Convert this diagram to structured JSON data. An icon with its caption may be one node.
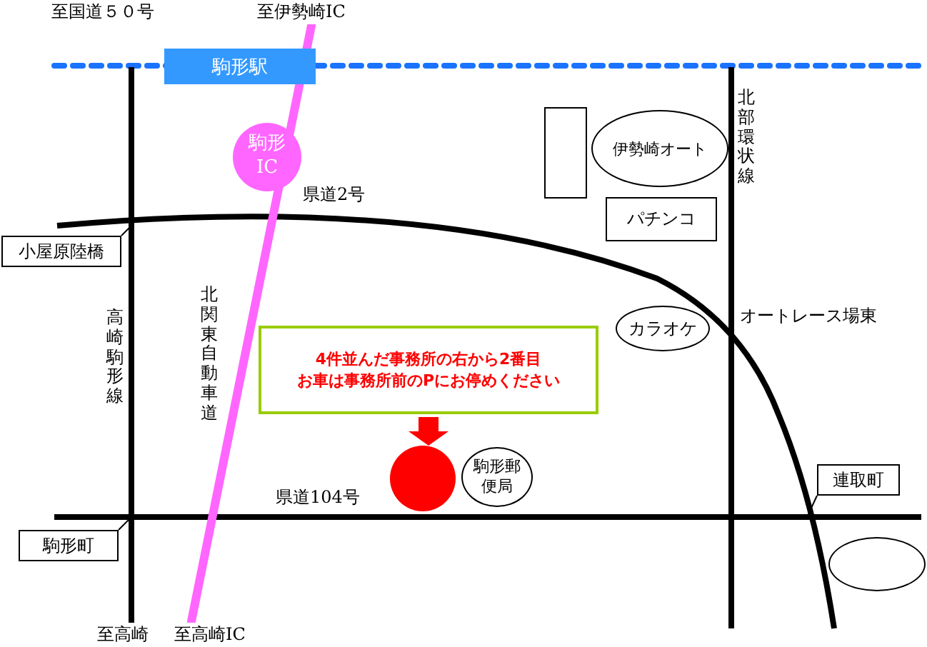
{
  "diagram": {
    "nodes": [
      {
        "text": [
          "駒形駅"
        ]
      },
      {
        "text": [
          "駒形IC"
        ]
      },
      {
        "text": [],
        "shape": "box"
      },
      {
        "text": [
          "伊勢崎オート"
        ]
      },
      {
        "text": [
          "パチンコ"
        ]
      },
      {
        "text": [
          "小屋原陸橋"
        ]
      },
      {
        "text": [
          "カラオケ"
        ]
      },
      {
        "text": [
          "4件並んだ事務所の右から2番目",
          "お車は事務所前のPにお停めください"
        ]
      },
      {
        "text": [],
        "shape": "circle"
      },
      {
        "text": [
          "駒形郵便局"
        ]
      },
      {
        "text": [
          "連取町"
        ]
      },
      {
        "text": [
          "駒形町"
        ]
      },
      {
        "text": [],
        "shape": "circle"
      }
    ],
    "edges": [
      {
        "from": 7,
        "to": 8,
        "arrow": "to",
        "style": "thick",
        "color": "#ff0000"
      },
      {
        "from": 5,
        "to": null,
        "arrow": "none"
      },
      {
        "from": 11,
        "to": null,
        "arrow": "none"
      },
      {
        "from": 10,
        "to": null,
        "arrow": "none"
      }
    ],
    "labels": [
      "至国道５０号",
      "至伊勢崎IC",
      "北部環状線",
      "県道2号",
      "高崎駒形線",
      "北関東自動車道",
      "オートレース場東",
      "県道104号",
      "至高崎",
      "至高崎IC"
    ]
  }
}
